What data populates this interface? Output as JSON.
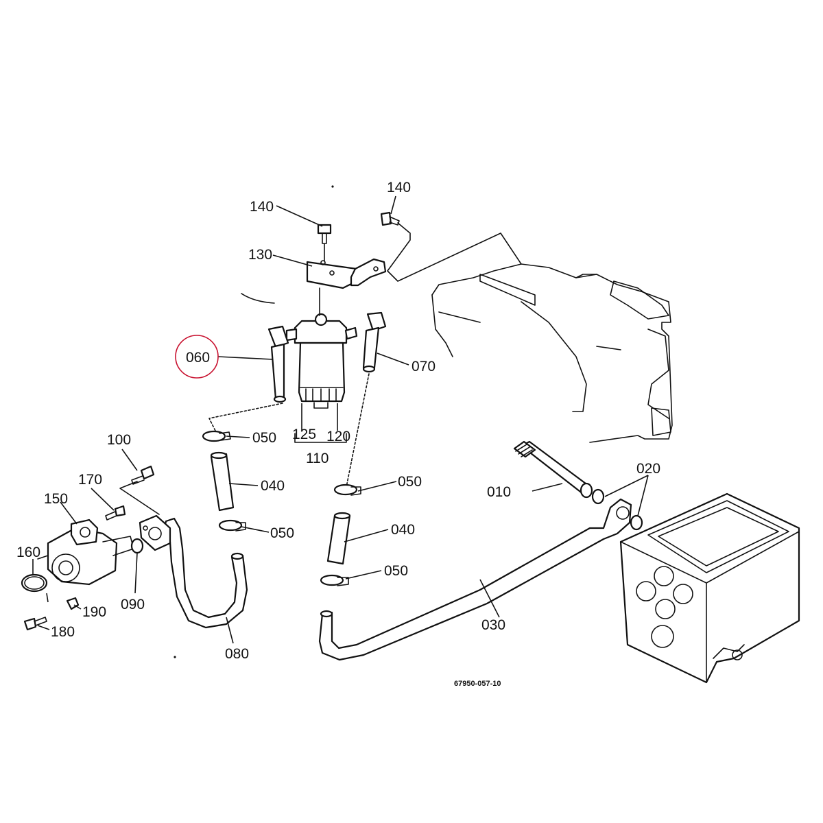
{
  "labels": {
    "l010": "010",
    "l020": "020",
    "l030": "030",
    "l040a": "040",
    "l040b": "040",
    "l050a": "050",
    "l050b": "050",
    "l050c": "050",
    "l050d": "050",
    "l060": "060",
    "l070": "070",
    "l080": "080",
    "l090": "090",
    "l100": "100",
    "l110": "110",
    "l120": "120",
    "l125": "125",
    "l130": "130",
    "l140a": "140",
    "l140b": "140",
    "l150": "150",
    "l160": "160",
    "l170": "170",
    "l180": "180",
    "l190": "190"
  },
  "document_number": "67950-057-10",
  "highlighted_part": "060",
  "colors": {
    "highlight": "#c8102e",
    "line": "#111111",
    "background": "#ffffff"
  }
}
